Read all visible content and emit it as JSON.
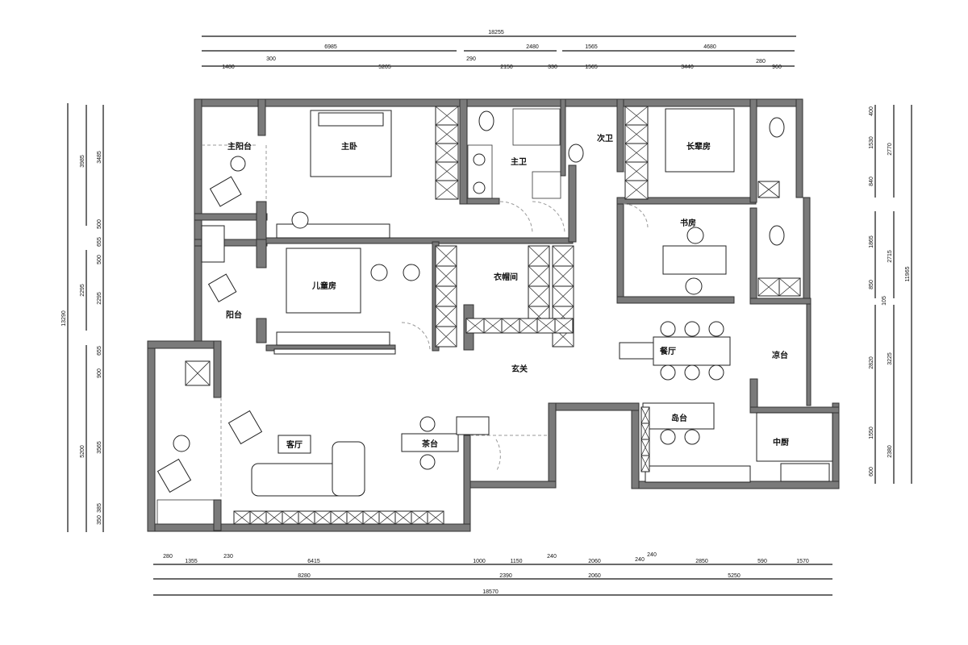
{
  "rooms": {
    "master_balcony": "主阳台",
    "master_bedroom": "主卧",
    "master_bath": "主卫",
    "second_bath": "次卫",
    "elder_room": "长辈房",
    "study": "书房",
    "walk_in_closet": "衣帽间",
    "kids_room": "儿童房",
    "balcony": "阳台",
    "foyer": "玄关",
    "dining": "餐厅",
    "cool_terrace": "凉台",
    "island": "岛台",
    "chinese_kitchen": "中厨",
    "living_room": "客厅",
    "tea_table": "茶台"
  },
  "dimensions": {
    "top": {
      "total": "18255",
      "row2": [
        "6985",
        "2480",
        "1565",
        "4680"
      ],
      "row3": [
        "1480",
        "300",
        "5205",
        "290",
        "2150",
        "330",
        "1565",
        "3440",
        "280",
        "960"
      ]
    },
    "bottom": {
      "row1": [
        "280",
        "1355",
        "230",
        "6415",
        "1000",
        "1150",
        "240",
        "2060",
        "240",
        "240",
        "2850",
        "590",
        "1570"
      ],
      "row2": [
        "8280",
        "2390",
        "2060",
        "5250"
      ],
      "total": "18570"
    },
    "left": {
      "total": "13290",
      "row2": [
        "3985",
        "2295",
        "5200"
      ],
      "row3": [
        "3485",
        "500",
        "655",
        "500",
        "2295",
        "655",
        "900",
        "3565",
        "350",
        "385"
      ]
    },
    "right": {
      "total": "11965",
      "row2": [
        "2770",
        "2715",
        "3225",
        "2380"
      ],
      "row3": [
        "400",
        "1530",
        "840",
        "1865",
        "850",
        "105",
        "2820",
        "1550",
        "600"
      ]
    }
  }
}
